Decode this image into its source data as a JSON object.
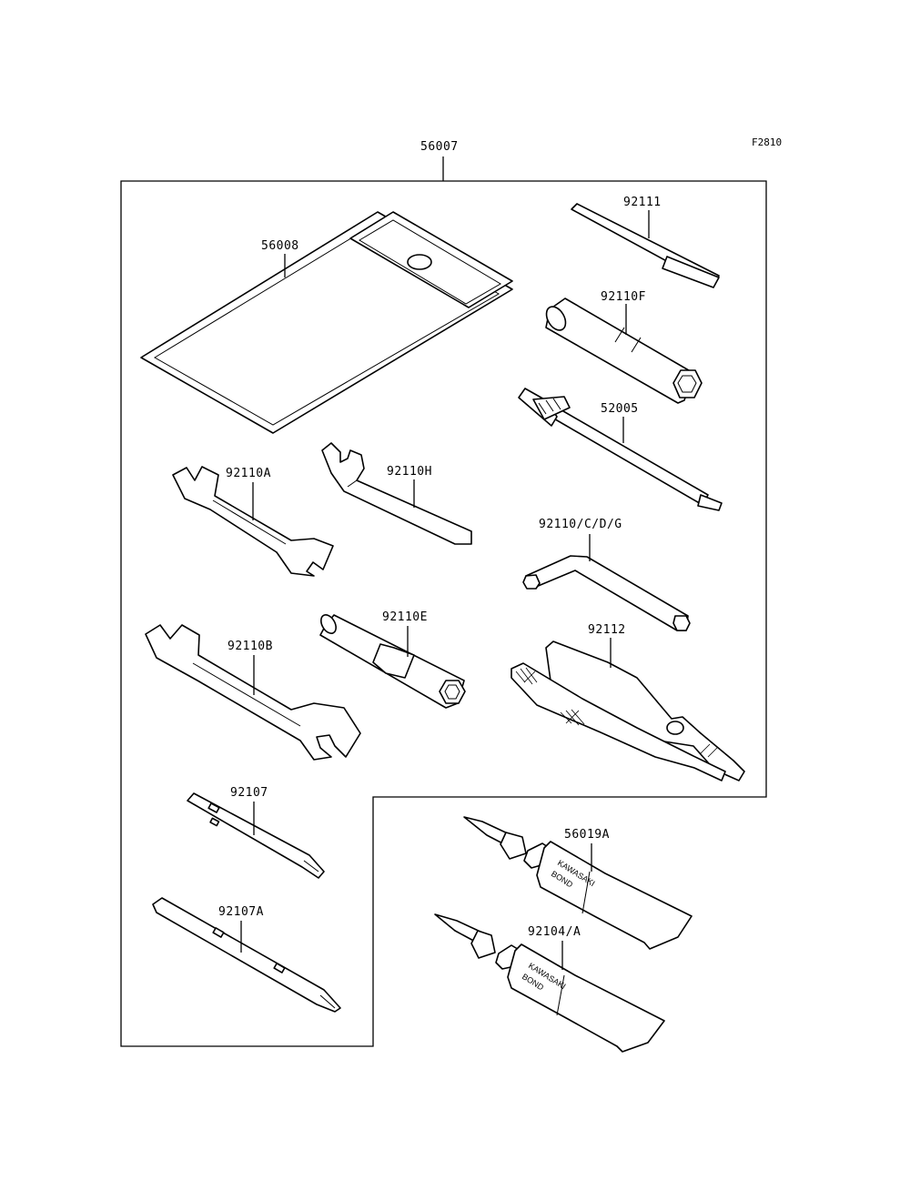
{
  "figure_code": "F2810",
  "assembly": {
    "part_number": "56007"
  },
  "parts": [
    {
      "id": "pouch",
      "part_number": "56008"
    },
    {
      "id": "handle-bar",
      "part_number": "92111"
    },
    {
      "id": "plug-wrench",
      "part_number": "92110F"
    },
    {
      "id": "extension-tool",
      "part_number": "52005"
    },
    {
      "id": "wrench-a",
      "part_number": "92110A"
    },
    {
      "id": "hook-wrench",
      "part_number": "92110H"
    },
    {
      "id": "hex-key",
      "part_number": "92110/C/D/G"
    },
    {
      "id": "wrench-b",
      "part_number": "92110B"
    },
    {
      "id": "socket-wrench-e",
      "part_number": "92110E"
    },
    {
      "id": "pliers",
      "part_number": "92112"
    },
    {
      "id": "screwdriver",
      "part_number": "92107"
    },
    {
      "id": "screwdriver-a",
      "part_number": "92107A"
    },
    {
      "id": "bond-tube-1",
      "part_number": "56019A"
    },
    {
      "id": "bond-tube-2",
      "part_number": "92104/A"
    }
  ],
  "tube_print": {
    "line1": "KAWASAKI",
    "line2": "BOND"
  }
}
